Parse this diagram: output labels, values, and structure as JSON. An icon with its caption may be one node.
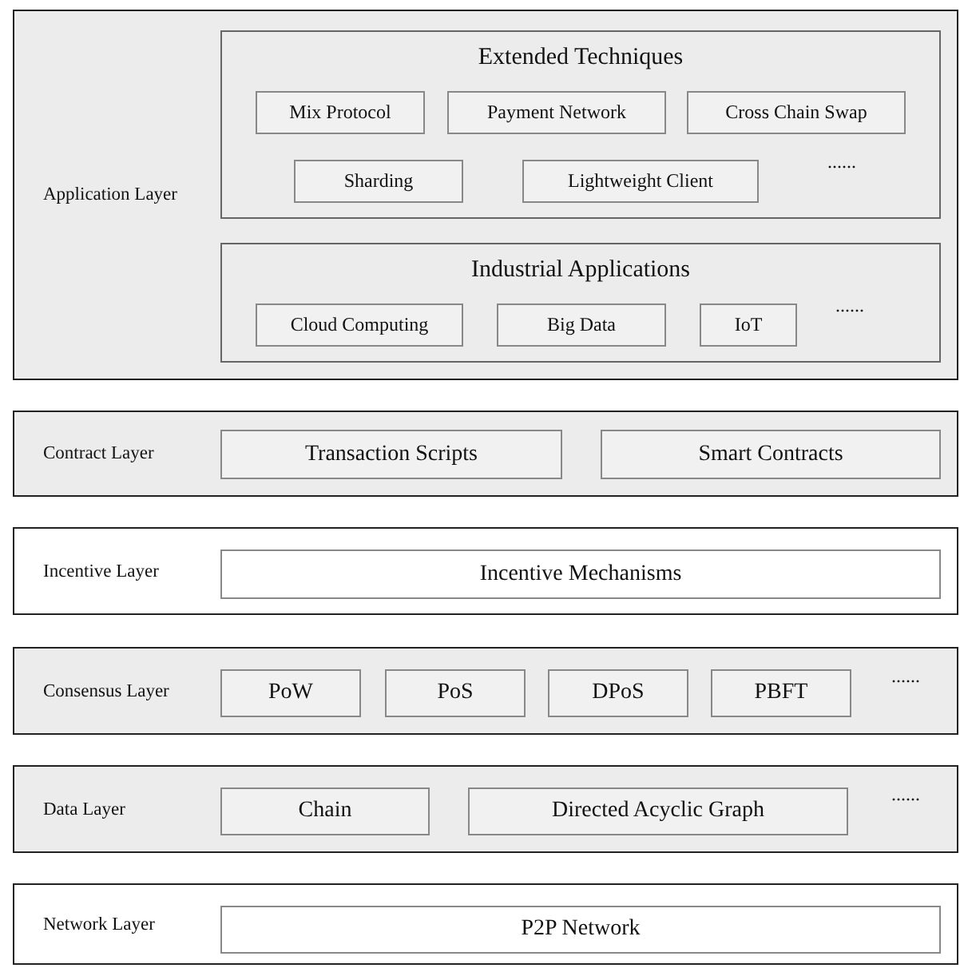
{
  "diagram": {
    "nodes": [
      {
        "text": [
          "Application Layer"
        ]
      },
      {
        "text": [
          "Extended Techniques"
        ],
        "in": 0
      },
      {
        "text": [
          "Mix Protocol"
        ],
        "in": 1
      },
      {
        "text": [
          "Payment Network"
        ],
        "in": 1
      },
      {
        "text": [
          "Cross Chain Swap"
        ],
        "in": 1
      },
      {
        "text": [
          "Sharding"
        ],
        "in": 1
      },
      {
        "text": [
          "Lightweight Client"
        ],
        "in": 1
      },
      {
        "text": [
          "Industrial Applications"
        ],
        "in": 0
      },
      {
        "text": [
          "Cloud Computing"
        ],
        "in": 7
      },
      {
        "text": [
          "Big Data"
        ],
        "in": 7
      },
      {
        "text": [
          "IoT"
        ],
        "in": 7
      },
      {
        "text": [
          "Contract Layer"
        ]
      },
      {
        "text": [
          "Transaction Scripts"
        ],
        "in": 11
      },
      {
        "text": [
          "Smart Contracts"
        ],
        "in": 11
      },
      {
        "text": [
          "Incentive Layer"
        ]
      },
      {
        "text": [
          "Incentive Mechanisms"
        ],
        "in": 14
      },
      {
        "text": [
          "Consensus Layer"
        ]
      },
      {
        "text": [
          "PoW"
        ],
        "in": 16
      },
      {
        "text": [
          "PoS"
        ],
        "in": 16
      },
      {
        "text": [
          "DPoS"
        ],
        "in": 16
      },
      {
        "text": [
          "PBFT"
        ],
        "in": 16
      },
      {
        "text": [
          "Data Layer"
        ]
      },
      {
        "text": [
          "Chain"
        ],
        "in": 21
      },
      {
        "text": [
          "Directed Acyclic Graph"
        ],
        "in": 21
      },
      {
        "text": [
          "Network Layer"
        ]
      },
      {
        "text": [
          "P2P Network"
        ],
        "in": 24
      }
    ],
    "labels": [
      "......",
      "......",
      "......",
      "......"
    ]
  }
}
